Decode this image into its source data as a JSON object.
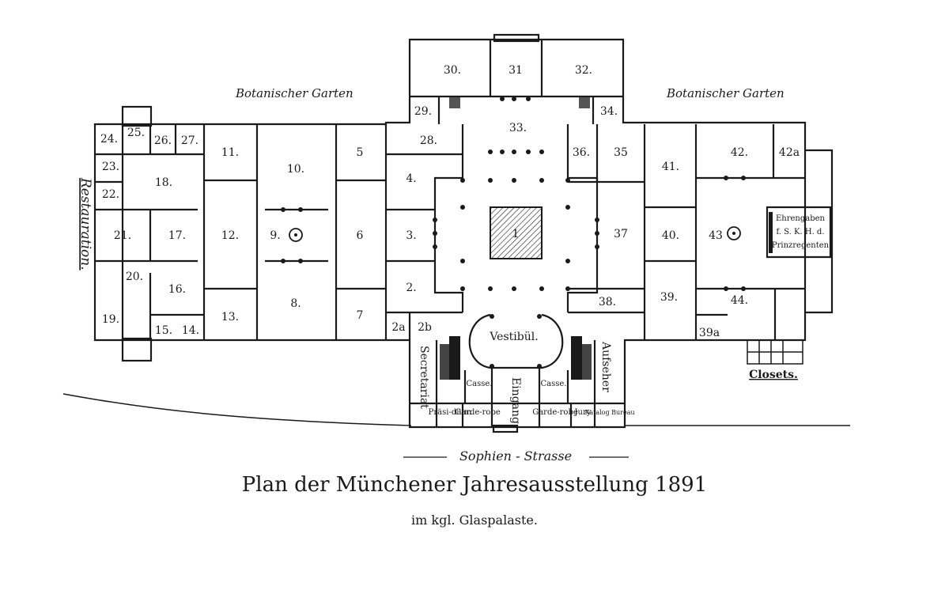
{
  "title": "Plan der Münchener Jahresausstellung 1891",
  "subtitle": "im kgl. Glaspalaste.",
  "labels": {
    "garden_left": "Botanischer Garten",
    "garden_right": "Botanischer Garten",
    "street": "Sophien - Strasse",
    "restaurant": "Restauration.",
    "vestibule": "Vestibül.",
    "entrance": "Eingang",
    "secretariat": "Secretariat",
    "aufseher": "Aufseher",
    "closets": "Closets.",
    "casse_left": "Casse.",
    "casse_right": "Casse.",
    "praesidium": "Präsi-dium",
    "garderobe_left": "Garde-robe",
    "garderobe_right": "Garde-robe",
    "jury": "Jury",
    "katalog": "Katalog Bureau",
    "ehrengaben_1": "Ehrengaben",
    "ehrengaben_2": "f. S. K. H. d.",
    "ehrengaben_3": "Prinzregenten"
  },
  "rooms": [
    "1",
    "2",
    "2a",
    "2b",
    "3",
    "4",
    "5",
    "6",
    "7",
    "8",
    "9",
    "10",
    "11",
    "12",
    "13",
    "14",
    "15",
    "16",
    "17",
    "18",
    "19",
    "20",
    "21",
    "22",
    "23",
    "24",
    "25",
    "26",
    "27",
    "28",
    "29",
    "30",
    "31",
    "32",
    "33",
    "34",
    "35",
    "36",
    "37",
    "38",
    "39",
    "39a",
    "40",
    "41",
    "42",
    "42a",
    "43",
    "44"
  ]
}
